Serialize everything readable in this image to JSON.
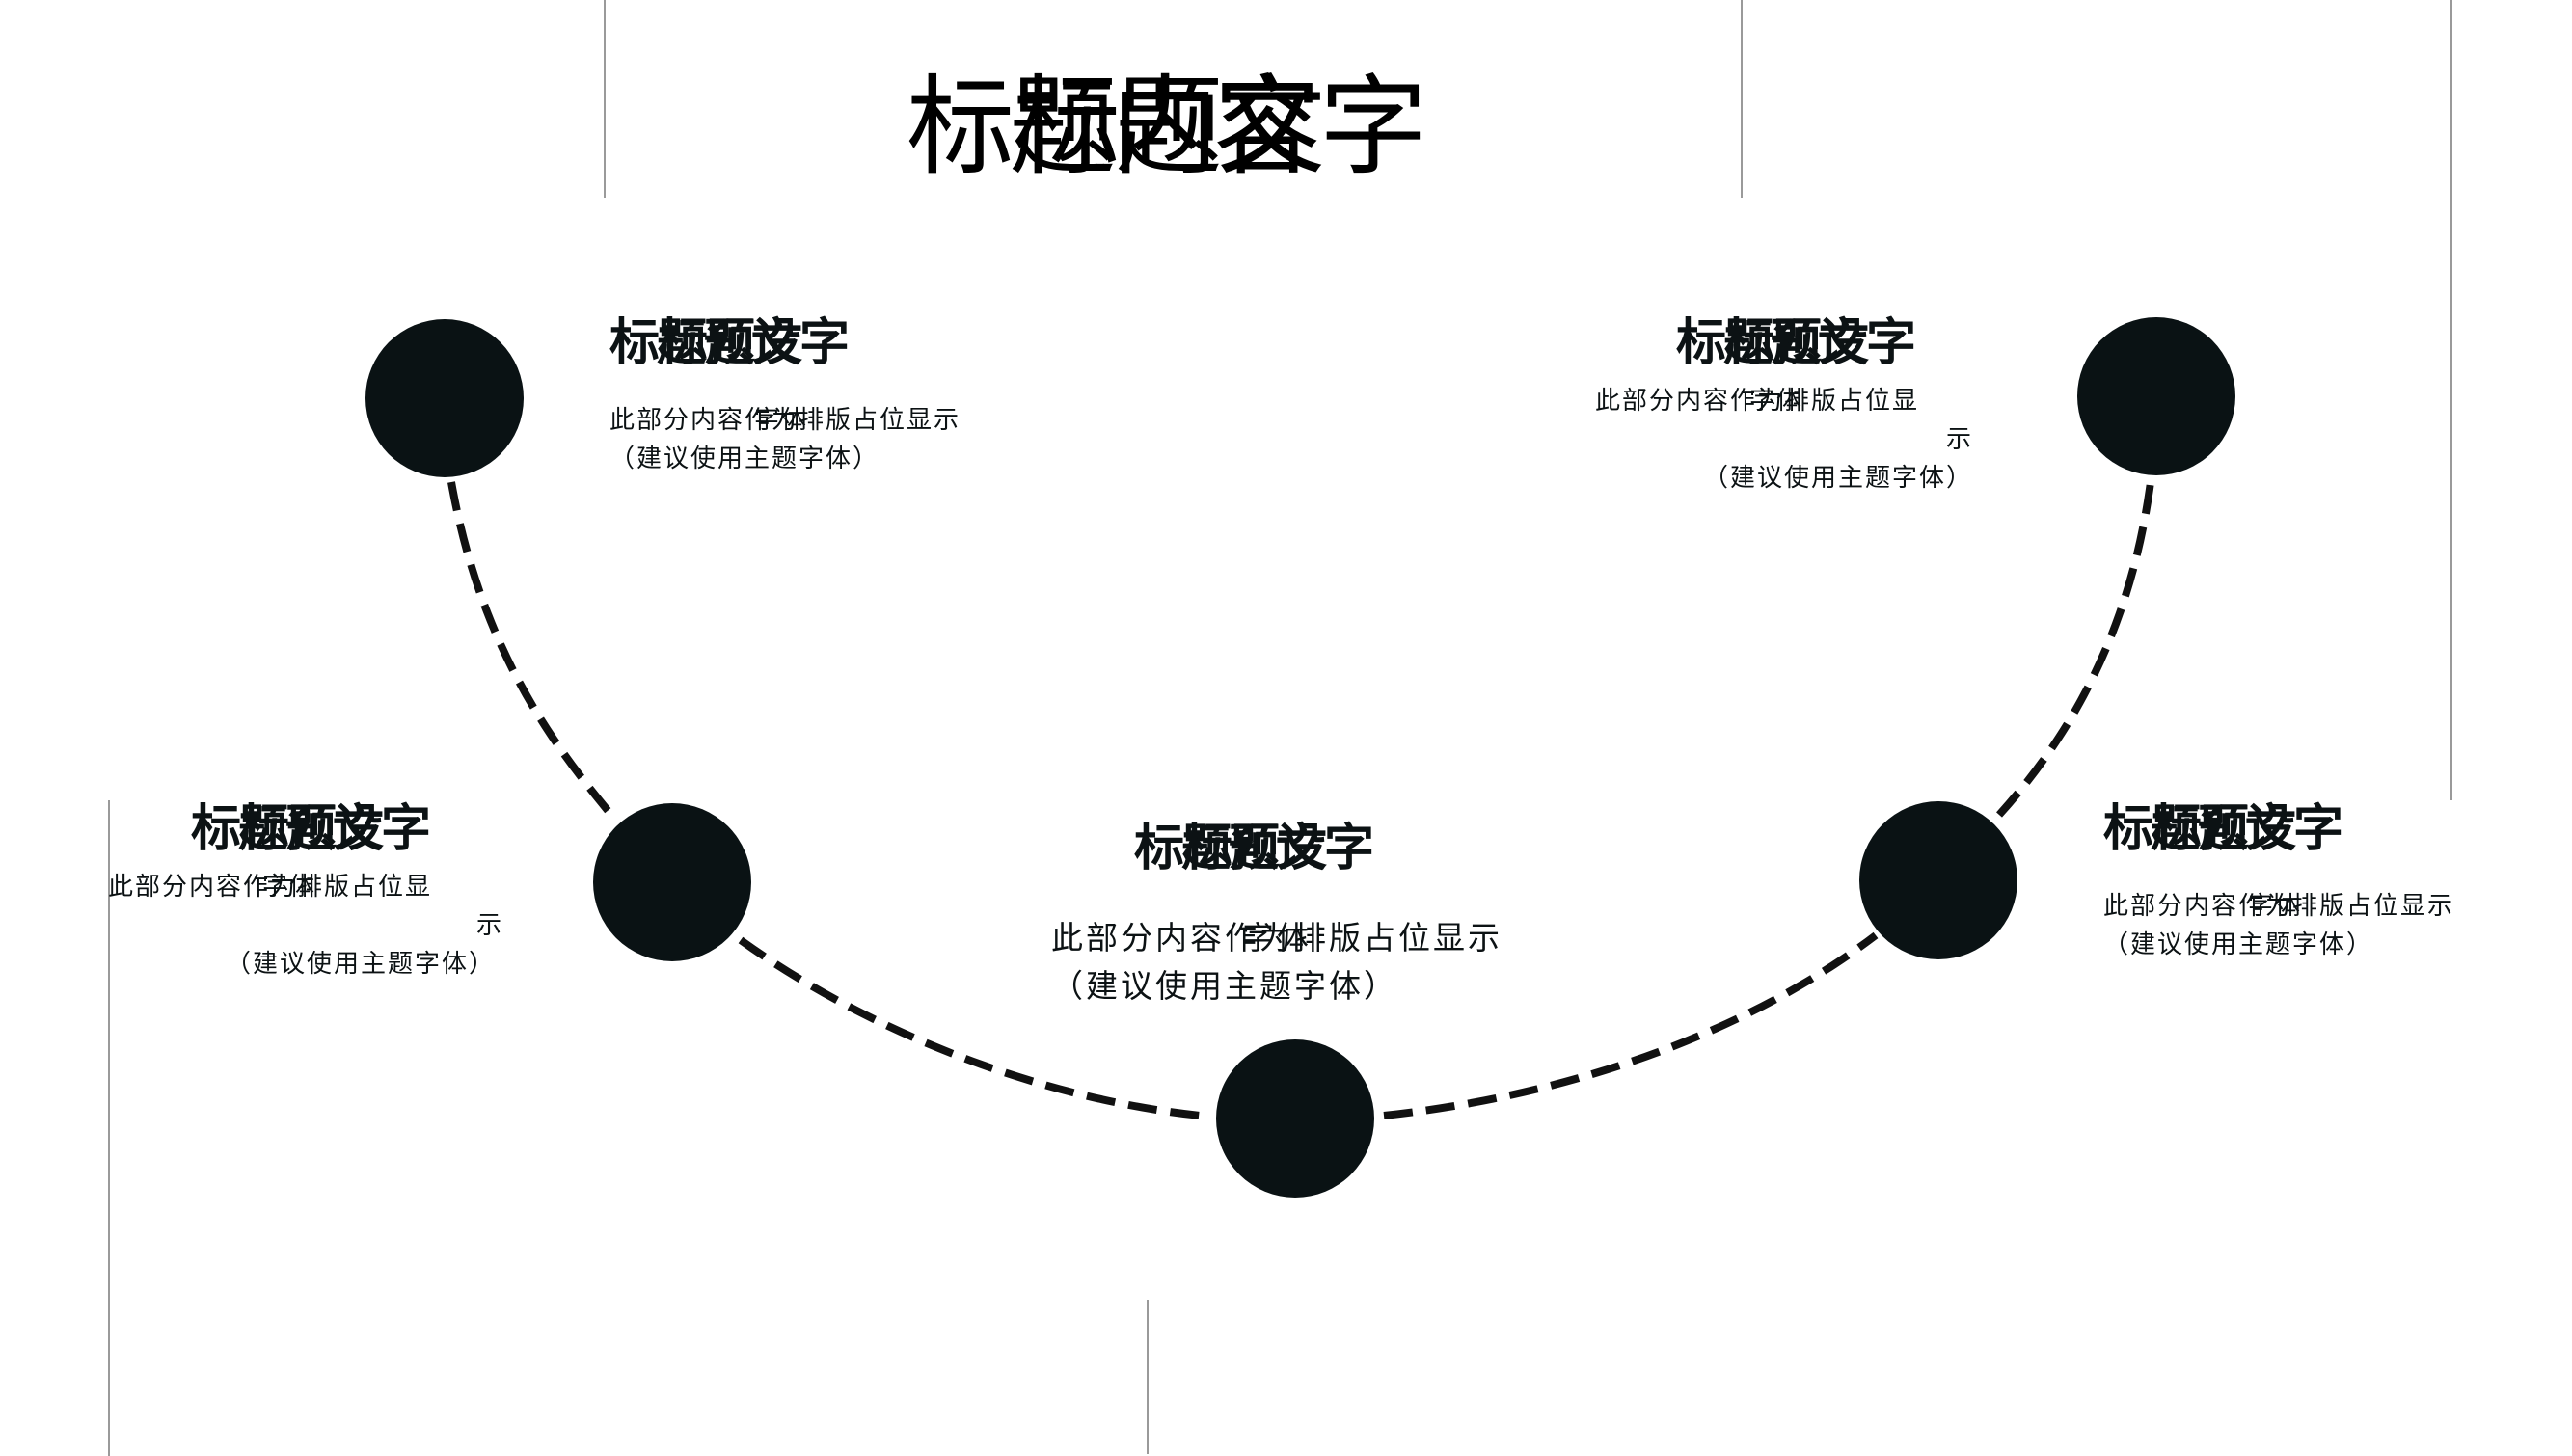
{
  "slide": {
    "title_layers": [
      "标题内容",
      "标题文字"
    ],
    "colors": {
      "dot": "#0a1214",
      "line": "#111111",
      "guide": "#9a9a9a"
    }
  },
  "nodes": [
    {
      "id": "left-top",
      "heading_layers": [
        "标题预设",
        "标题文字"
      ],
      "desc_line1": "此部分内容作为排版占位显示",
      "desc_overlap": "字体",
      "desc_line2": "（建议使用主题字体）"
    },
    {
      "id": "right-top",
      "heading_layers": [
        "标题预设",
        "标题文字"
      ],
      "desc_line1": "此部分内容作为排版占位显",
      "desc_overlap": "字体",
      "desc_tail": "示",
      "desc_line2": "（建议使用主题字体）"
    },
    {
      "id": "left-mid",
      "heading_layers": [
        "标题预设",
        "标题文字"
      ],
      "desc_line1": "此部分内容作为排版占位显",
      "desc_overlap": "字体",
      "desc_tail": "示",
      "desc_line2": "（建议使用主题字体）"
    },
    {
      "id": "center",
      "heading_layers": [
        "标题预设",
        "标题文字"
      ],
      "desc_line1": "此部分内容作为排版占位显示",
      "desc_overlap": "字体",
      "desc_line2": "（建议使用主题字体）"
    },
    {
      "id": "right-mid",
      "heading_layers": [
        "标题预设",
        "标题文字"
      ],
      "desc_line1": "此部分内容作为排版占位显示",
      "desc_overlap": "字体",
      "desc_line2": "（建议使用主题字体）"
    }
  ]
}
